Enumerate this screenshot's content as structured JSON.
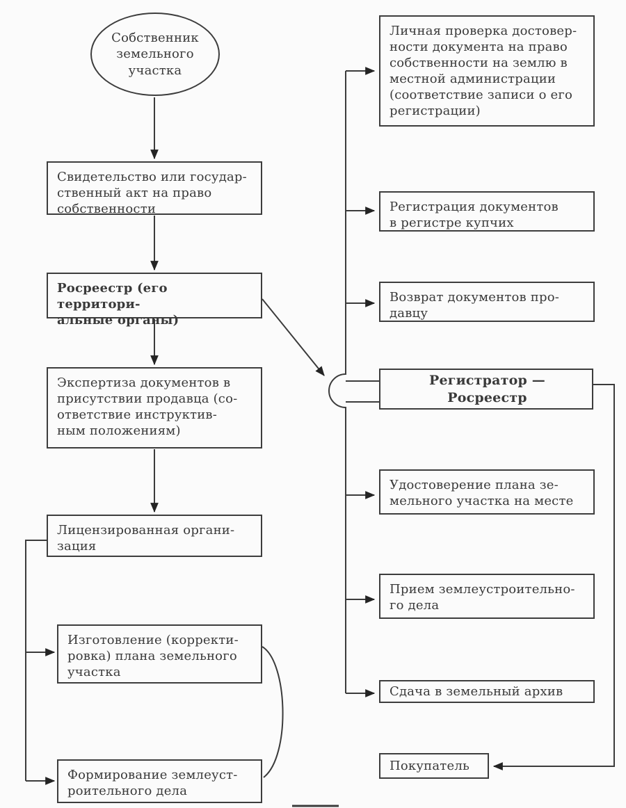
{
  "diagram": {
    "colors": {
      "line": "#3b3b3b",
      "arrow_fill": "#242424",
      "text": "#3a3a3a",
      "background": "#fbfbfb"
    },
    "nodes": {
      "owner": {
        "label": "Собственник\nземельного\nучастка"
      },
      "certificate": {
        "label": "Свидетельство или государ-\nственный акт на право\nсобственности"
      },
      "rosreestr": {
        "label": "Росреестр (его территори-\nальные органы)"
      },
      "expertise": {
        "label": "Экспертиза документов в\nприсутствии продавца (со-\nответствие инструктив-\nным положениям)"
      },
      "licensed_org": {
        "label": "Лицензированная органи-\nзация"
      },
      "plan_production": {
        "label": "Изготовление (корректи-\nровка) плана земельного\nучастка"
      },
      "case_formation": {
        "label": "Формирование землеуст-\nроительного дела"
      },
      "personal_check": {
        "label": "Личная проверка достовер-\nности документа на право\nсобственности на землю в\nместной администрации\n(соответствие записи о его\nрегистрации)"
      },
      "registration": {
        "label": "Регистрация документов\nв регистре купчих"
      },
      "return_docs": {
        "label": "Возврат документов про-\nдавцу"
      },
      "registrar": {
        "label": "Регистратор — Росреестр"
      },
      "plan_cert": {
        "label": "Удостоверение плана зе-\nмельного участка на месте"
      },
      "case_acceptance": {
        "label": "Прием землеустроительно-\nго дела"
      },
      "archive": {
        "label": "Сдача в земельный архив"
      },
      "buyer": {
        "label": "Покупатель"
      }
    }
  }
}
